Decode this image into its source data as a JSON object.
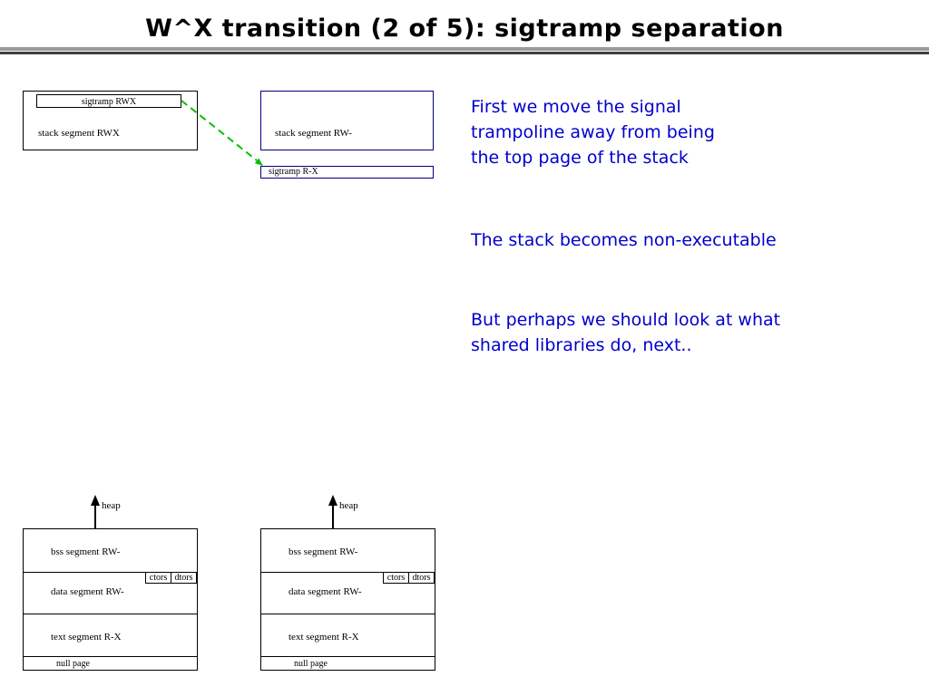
{
  "slide": {
    "title": "W^X transition (2 of 5): sigtramp separation"
  },
  "top_diagrams": {
    "left": {
      "sigtramp": "sigtramp RWX",
      "stack": "stack segment RWX"
    },
    "right": {
      "stack": "stack segment RW-",
      "sigtramp": "sigtramp R-X"
    }
  },
  "notes": {
    "para1": [
      "First we move the signal",
      "trampoline away from being",
      "the top page of the stack"
    ],
    "para2": [
      "The stack becomes non-executable"
    ],
    "para3": [
      "But perhaps we should look at what",
      "shared libraries do, next.."
    ]
  },
  "memory_labels": {
    "heap": "heap",
    "bss": "bss segment RW-",
    "ctors": "ctors",
    "dtors": "dtors",
    "data": "data segment RW-",
    "text": "text segment R-X",
    "null_page": "null page"
  },
  "colors": {
    "note_text": "#0000cc",
    "diagram_blue": "#000080",
    "arrow_green": "#00c000"
  }
}
